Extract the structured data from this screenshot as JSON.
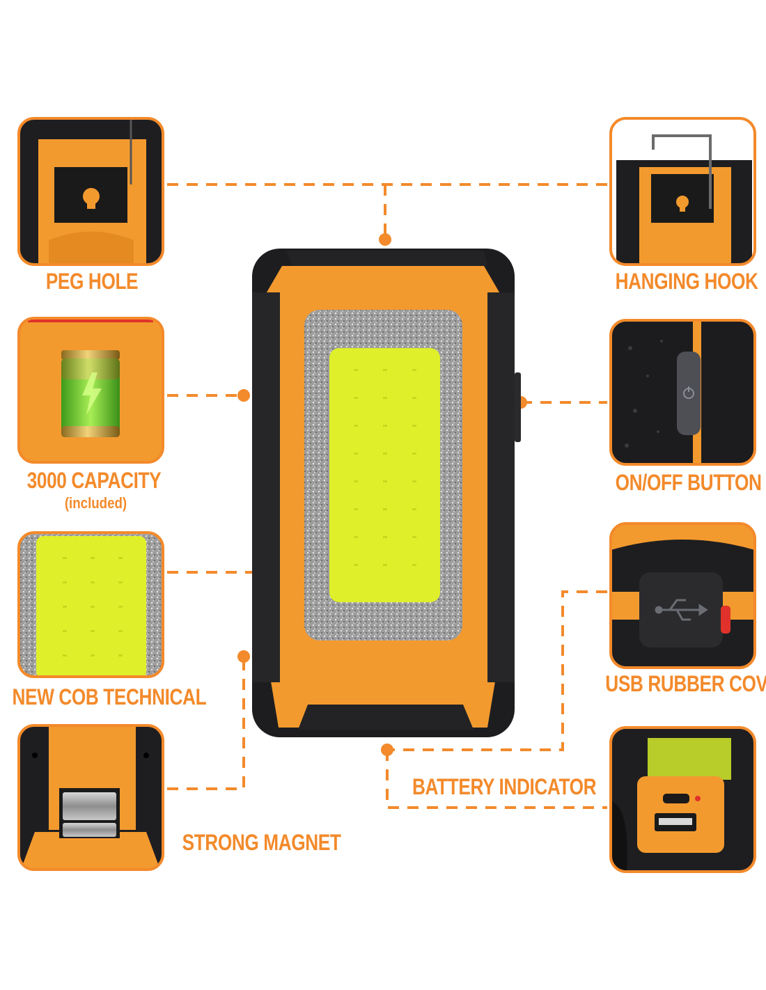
{
  "colors": {
    "accent": "#f38a2b",
    "device_orange": "#f39a2e",
    "device_black": "#1d1d1f",
    "cob_yellow": "#dff02a",
    "bezel_silver": "#a9a9a9"
  },
  "labels": {
    "peg_hole": "PEG HOLE",
    "hanging_hook": "HANGING HOOK",
    "capacity": "3000 CAPACITY",
    "capacity_note": "(included)",
    "on_off_button": "ON/OFF BUTTON",
    "cob": "NEW COB TECHNICAL",
    "usb_cover": "USB RUBBER COVER",
    "battery_indicator": "BATTERY INDICATOR",
    "magnet": "STRONG MAGNET"
  },
  "icons": {
    "battery": "battery-charging-icon",
    "usb": "usb-icon",
    "power": "power-icon"
  }
}
